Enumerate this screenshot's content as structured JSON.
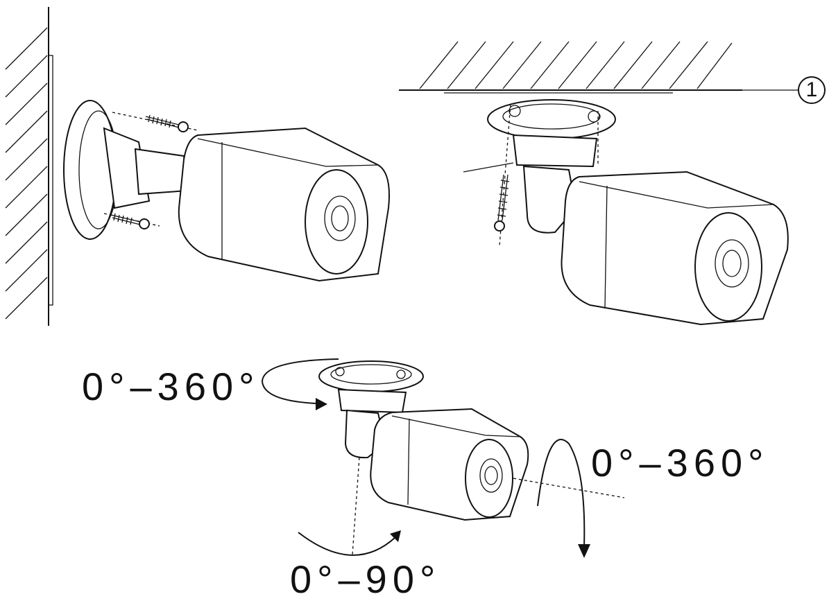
{
  "labels": {
    "pan_range": "0°–360°",
    "rotation_range": "0°–360°",
    "tilt_range": "0°–90°",
    "callout_number": "1"
  },
  "icons": [
    "wall-hatch-icon",
    "ceiling-hatch-icon",
    "screw-icon",
    "bullet-camera-icon",
    "rotation-arrow-icon"
  ]
}
